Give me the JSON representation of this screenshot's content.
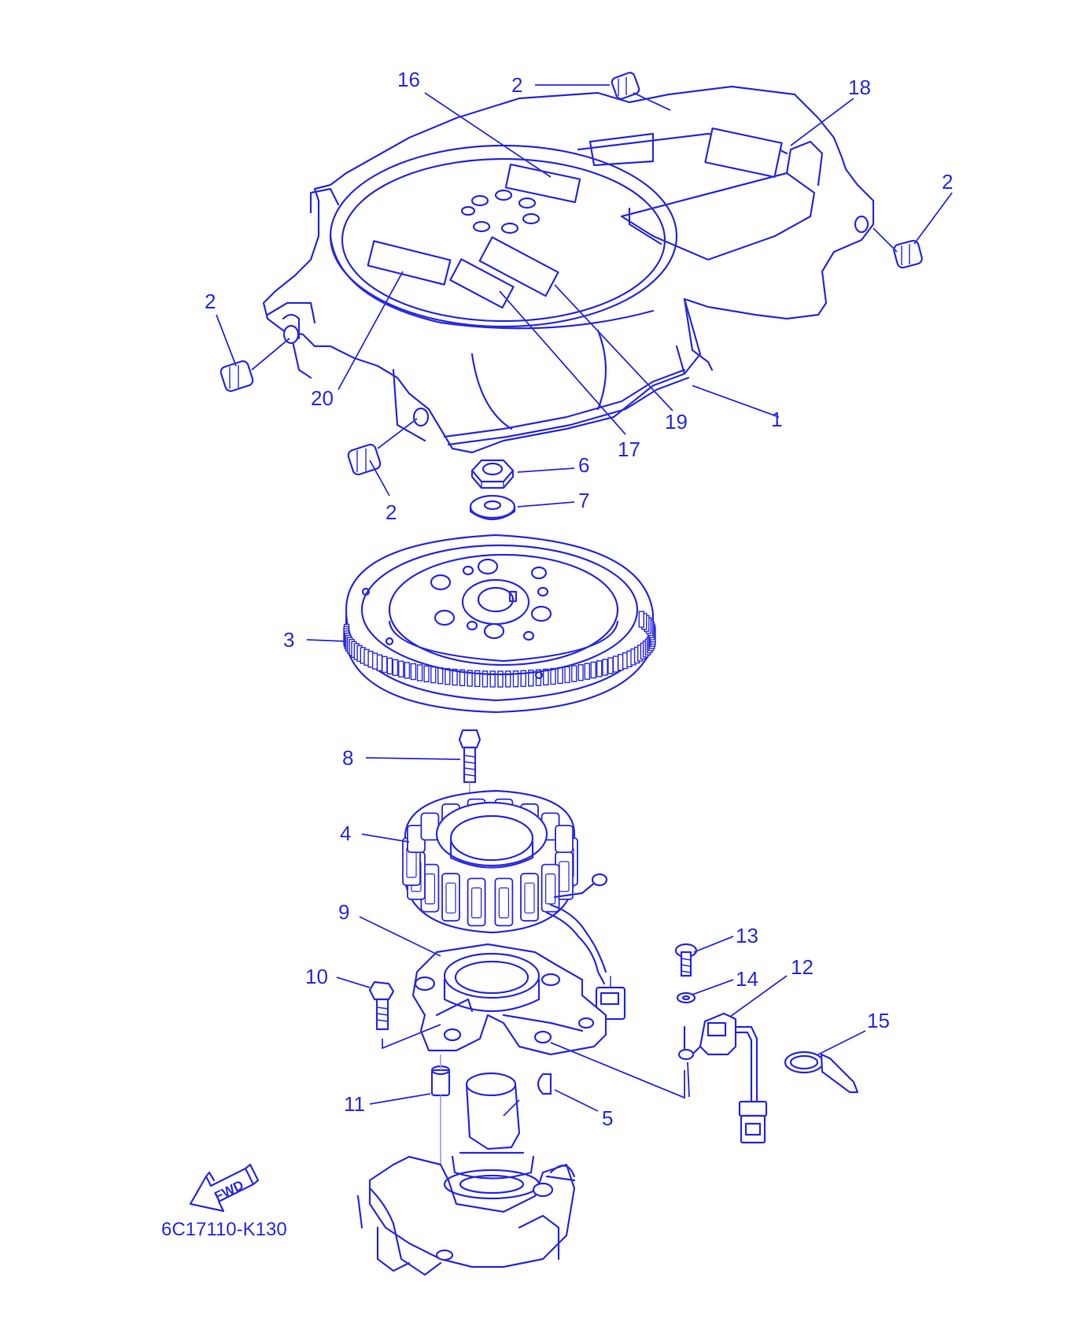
{
  "diagram": {
    "part_code": "6C17110-K130",
    "fwd_label": "FWD",
    "line_color": "#2a2ae0",
    "callouts": {
      "c16": "16",
      "c2a": "2",
      "c18": "18",
      "c2b": "2",
      "c2c": "2",
      "c20": "20",
      "c1": "1",
      "c19": "19",
      "c17": "17",
      "c6": "6",
      "c2d": "2",
      "c7": "7",
      "c3": "3",
      "c8": "8",
      "c4": "4",
      "c9": "9",
      "c13": "13",
      "c10": "10",
      "c14": "14",
      "c12": "12",
      "c15": "15",
      "c11": "11",
      "c5": "5"
    }
  }
}
